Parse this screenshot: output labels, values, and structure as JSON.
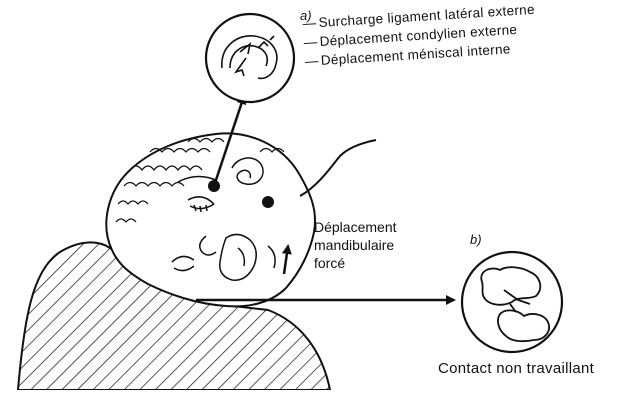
{
  "panel_a": {
    "letter": "a)",
    "items": [
      "Surcharge ligament latéral externe",
      "Déplacement condylien externe",
      "Déplacement méniscal interne"
    ],
    "dash": "—"
  },
  "center_label": {
    "lines": [
      "Déplacement",
      "mandibulaire",
      "forcé"
    ]
  },
  "panel_b": {
    "letter": "b)",
    "caption": "Contact non travaillant"
  },
  "colors": {
    "ink": "#111111",
    "background": "#ffffff"
  }
}
